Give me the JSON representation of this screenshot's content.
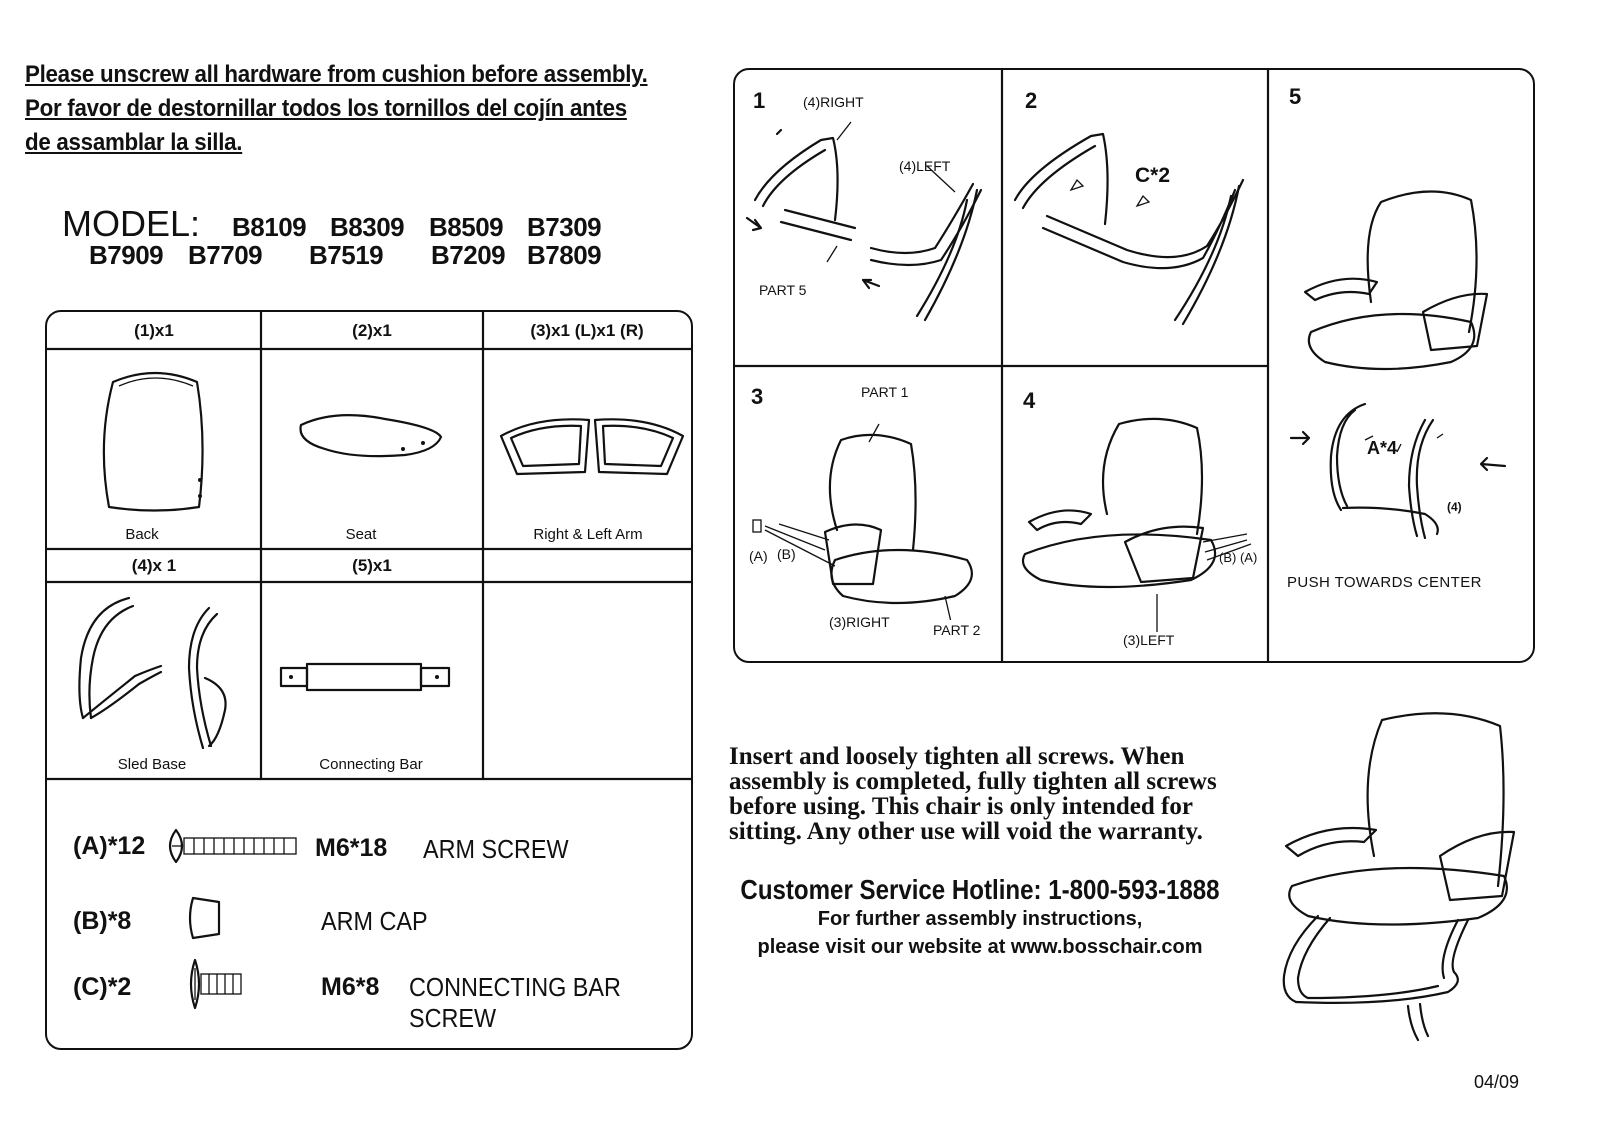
{
  "warning": {
    "line1": "Please unscrew all hardware from cushion before assembly.",
    "line2": "Por favor de destornillar todos los tornillos del cojín antes",
    "line3": "de assamblar la silla."
  },
  "model": {
    "label": "MODEL:",
    "row1": [
      "B8109",
      "B8309",
      "B8509",
      "B7309"
    ],
    "row2": [
      "B7909",
      "B7709",
      "B7519",
      "B7209",
      "B7809"
    ]
  },
  "parts": {
    "headers": [
      "(1)x1",
      "(2)x1",
      "(3)x1 (L)x1 (R)",
      "(4)x 1",
      "(5)x1"
    ],
    "captions": [
      "Back",
      "Seat",
      "Right & Left Arm",
      "Sled Base",
      "Connecting Bar"
    ]
  },
  "hardware": [
    {
      "qty": "(A)*12",
      "code": "M6*18",
      "desc": "ARM SCREW"
    },
    {
      "qty": "(B)*8",
      "code": "",
      "desc": "ARM CAP"
    },
    {
      "qty": "(C)*2",
      "code": "M6*8",
      "desc": "CONNECTING BAR SCREW"
    }
  ],
  "steps": {
    "s1": {
      "num": "1",
      "right": "(4)RIGHT",
      "left": "(4)LEFT",
      "part": "PART 5"
    },
    "s2": {
      "num": "2",
      "screws": "C*2"
    },
    "s3": {
      "num": "3",
      "part1": "PART 1",
      "a": "(A)",
      "b": "(B)",
      "right": "(3)RIGHT",
      "part2": "PART 2"
    },
    "s4": {
      "num": "4",
      "ba": "(B) (A)",
      "left": "(3)LEFT"
    },
    "s5": {
      "num": "5",
      "screws": "A*4",
      "four": "(4)",
      "push": "PUSH TOWARDS CENTER"
    }
  },
  "notice": {
    "line1": "Insert and loosely tighten all screws. When",
    "line2": "assembly is completed, fully tighten all screws",
    "line3": "before using. This chair is only intended for",
    "line4": "sitting. Any other use will void the warranty."
  },
  "support": {
    "hotline": "Customer Service Hotline: 1-800-593-1888",
    "line2": "For further assembly instructions,",
    "line3": "please visit our website at www.bosschair.com"
  },
  "date": "04/09"
}
